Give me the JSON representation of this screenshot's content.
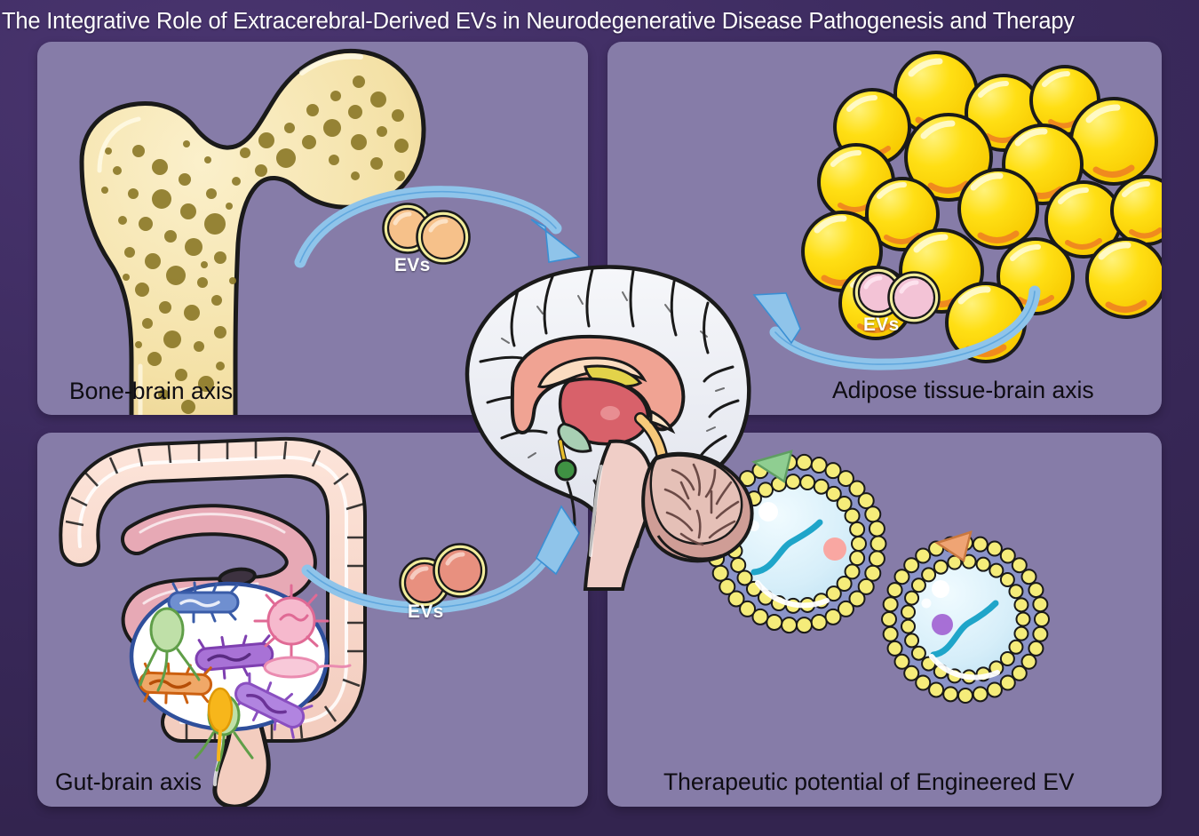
{
  "figure": {
    "title": "The Integrative Role of Extracerebral-Derived EVs in Neurodegenerative Disease Pathogenesis and Therapy",
    "background_color": "#3c2a5e",
    "panel_color": "#867ca8",
    "title_color": "#ffffff",
    "label_color": "#0e0c12"
  },
  "panels": [
    {
      "id": "bone",
      "label": "Bone-brain axis",
      "illustration": "femur-head-trabecular-bone",
      "colors": {
        "bone": "#f5e3ad",
        "trabecula": "#8d7a2a",
        "outline": "#1a1a1a"
      }
    },
    {
      "id": "adipose",
      "label": "Adipose tissue-brain axis",
      "illustration": "adipocyte-cluster",
      "colors": {
        "cell": "#ffd700",
        "highlight": "#fff6a8",
        "nucleus": "#f08a1e",
        "outline": "#1a1a1a"
      }
    },
    {
      "id": "gut",
      "label": "Gut-brain axis",
      "illustration": "intestine-with-microbiota-inset",
      "colors": {
        "colon": "#f7d6cb",
        "small_intestine": "#e7a9b5",
        "outline": "#1a1a1a",
        "inset_ring": "#2f4f9b"
      }
    },
    {
      "id": "engineered",
      "label": "Therapeutic potential of Engineered EV",
      "illustration": "engineered-extracellular-vesicles",
      "colors": {
        "lipid_head": "#f5ec7a",
        "membrane": "#8b94c9",
        "lumen": "#d9eef8",
        "cargo": "#1fa5c9",
        "ligand_green": "#8fce91",
        "ligand_orange": "#efa474"
      }
    }
  ],
  "center": {
    "illustration": "brain-sagittal-section",
    "colors": {
      "cortex": "#eceef3",
      "corpus_callosum": "#f0a393",
      "thalamus": "#d8616a",
      "brainstem": "#f0cec7",
      "cerebellum": "#cf9d96",
      "outline": "#1a1a1a"
    }
  },
  "arrows": [
    {
      "id": "bone-to-brain",
      "from": "bone",
      "to": "brain",
      "direction": "right",
      "color": "#8fc4ea",
      "stroke": "#3a8fd4"
    },
    {
      "id": "adipose-to-brain",
      "from": "adipose",
      "to": "brain",
      "direction": "left",
      "color": "#8fc4ea",
      "stroke": "#3a8fd4"
    },
    {
      "id": "gut-to-brain",
      "from": "gut",
      "to": "brain",
      "direction": "up-right",
      "color": "#8fc4ea",
      "stroke": "#3a8fd4"
    }
  ],
  "ev_labels": {
    "bone": {
      "text": "EVs",
      "vesicle_color": "#f6c18a",
      "rim_color": "#f2ed9c"
    },
    "adipose": {
      "text": "EVs",
      "vesicle_color": "#f3c3d6",
      "rim_color": "#f2ed9c"
    },
    "gut": {
      "text": "EVs",
      "vesicle_color": "#e8907f",
      "rim_color": "#f2ed9c"
    }
  },
  "microbiota": [
    {
      "name": "blue-rod-bacterium",
      "color": "#5577bb"
    },
    {
      "name": "purple-rod-bacterium-upper",
      "color": "#9b59c9"
    },
    {
      "name": "purple-rod-bacterium-lower",
      "color": "#a86cd8"
    },
    {
      "name": "orange-rod-bacterium",
      "color": "#d9691f"
    },
    {
      "name": "green-flagellate-upper",
      "color": "#6fae5a"
    },
    {
      "name": "green-flagellate-lower",
      "color": "#6fae5a"
    },
    {
      "name": "pink-spiky-coccus",
      "color": "#ef93b4"
    },
    {
      "name": "pink-oval-flagellate",
      "color": "#f0a0bd"
    },
    {
      "name": "yellow-spore",
      "color": "#f5b91c"
    }
  ]
}
